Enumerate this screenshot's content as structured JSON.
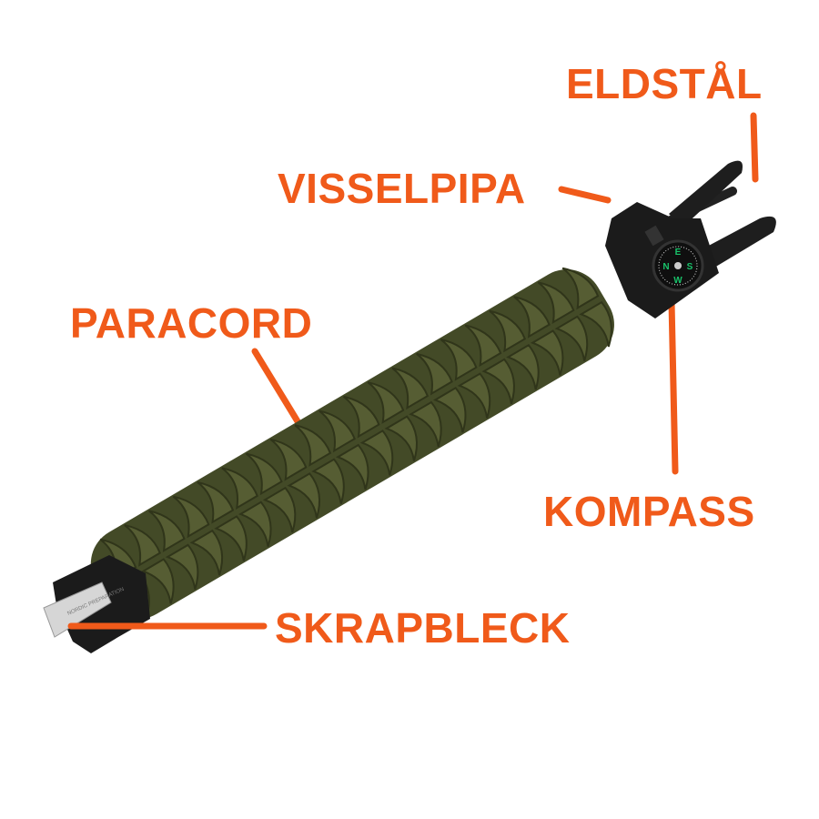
{
  "labels": {
    "eldstal": "ELDSTÅL",
    "visselpipa": "VISSELPIPA",
    "paracord": "PARACORD",
    "kompass": "KOMPASS",
    "skrapbleck": "SKRAPBLECK"
  },
  "brand_text": "NORDIC PREPARATION",
  "compass_letters": [
    "E",
    "S",
    "W",
    "N"
  ],
  "colors": {
    "label_orange": "#f05a1a",
    "paracord_olive": "#4f5530",
    "buckle_black": "#1c1c1c",
    "compass_green": "#19c26a"
  }
}
